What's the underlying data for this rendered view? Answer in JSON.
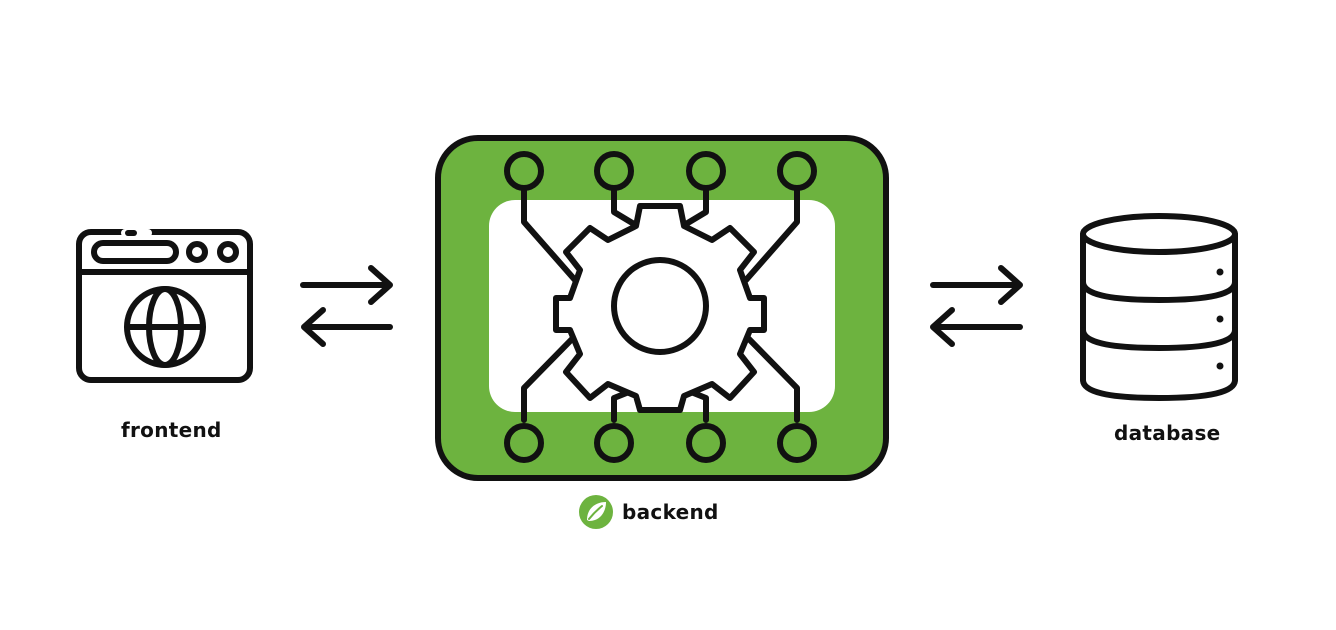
{
  "nodes": {
    "frontend": {
      "label": "frontend",
      "icon": "browser-globe-icon"
    },
    "backend": {
      "label": "backend",
      "icon": "gear-circuit-icon",
      "badge_icon": "spring-leaf-icon"
    },
    "database": {
      "label": "database",
      "icon": "database-cylinder-icon"
    }
  },
  "edges": [
    {
      "from": "frontend",
      "to": "backend",
      "direction": "bidirectional"
    },
    {
      "from": "backend",
      "to": "database",
      "direction": "bidirectional"
    }
  ],
  "colors": {
    "accent_green": "#6db33f",
    "stroke": "#111111",
    "background": "#ffffff"
  }
}
